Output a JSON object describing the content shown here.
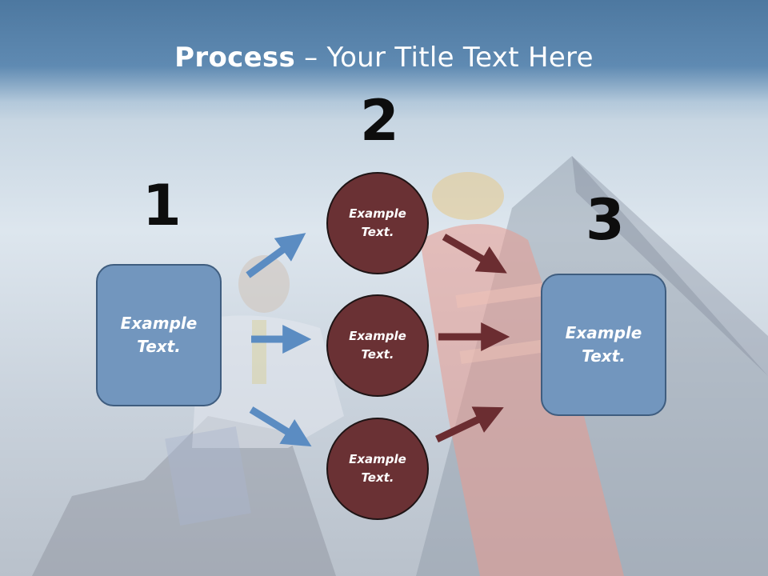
{
  "slide": {
    "title_bold": "Process",
    "title_rest": " – Your Title Text Here"
  },
  "steps": [
    {
      "number": "1",
      "text": "Example Text."
    },
    {
      "number": "2",
      "texts": [
        "Example Text.",
        "Example Text.",
        "Example Text."
      ]
    },
    {
      "number": "3",
      "text": "Example Text."
    }
  ],
  "colors": {
    "header": "#5f8ab2",
    "box_fill": "#7296be",
    "box_border": "#3f5d7f",
    "circle_fill": "#6a3134",
    "blue_arrow": "#5b8cc2",
    "red_arrow": "#6b2d31"
  }
}
